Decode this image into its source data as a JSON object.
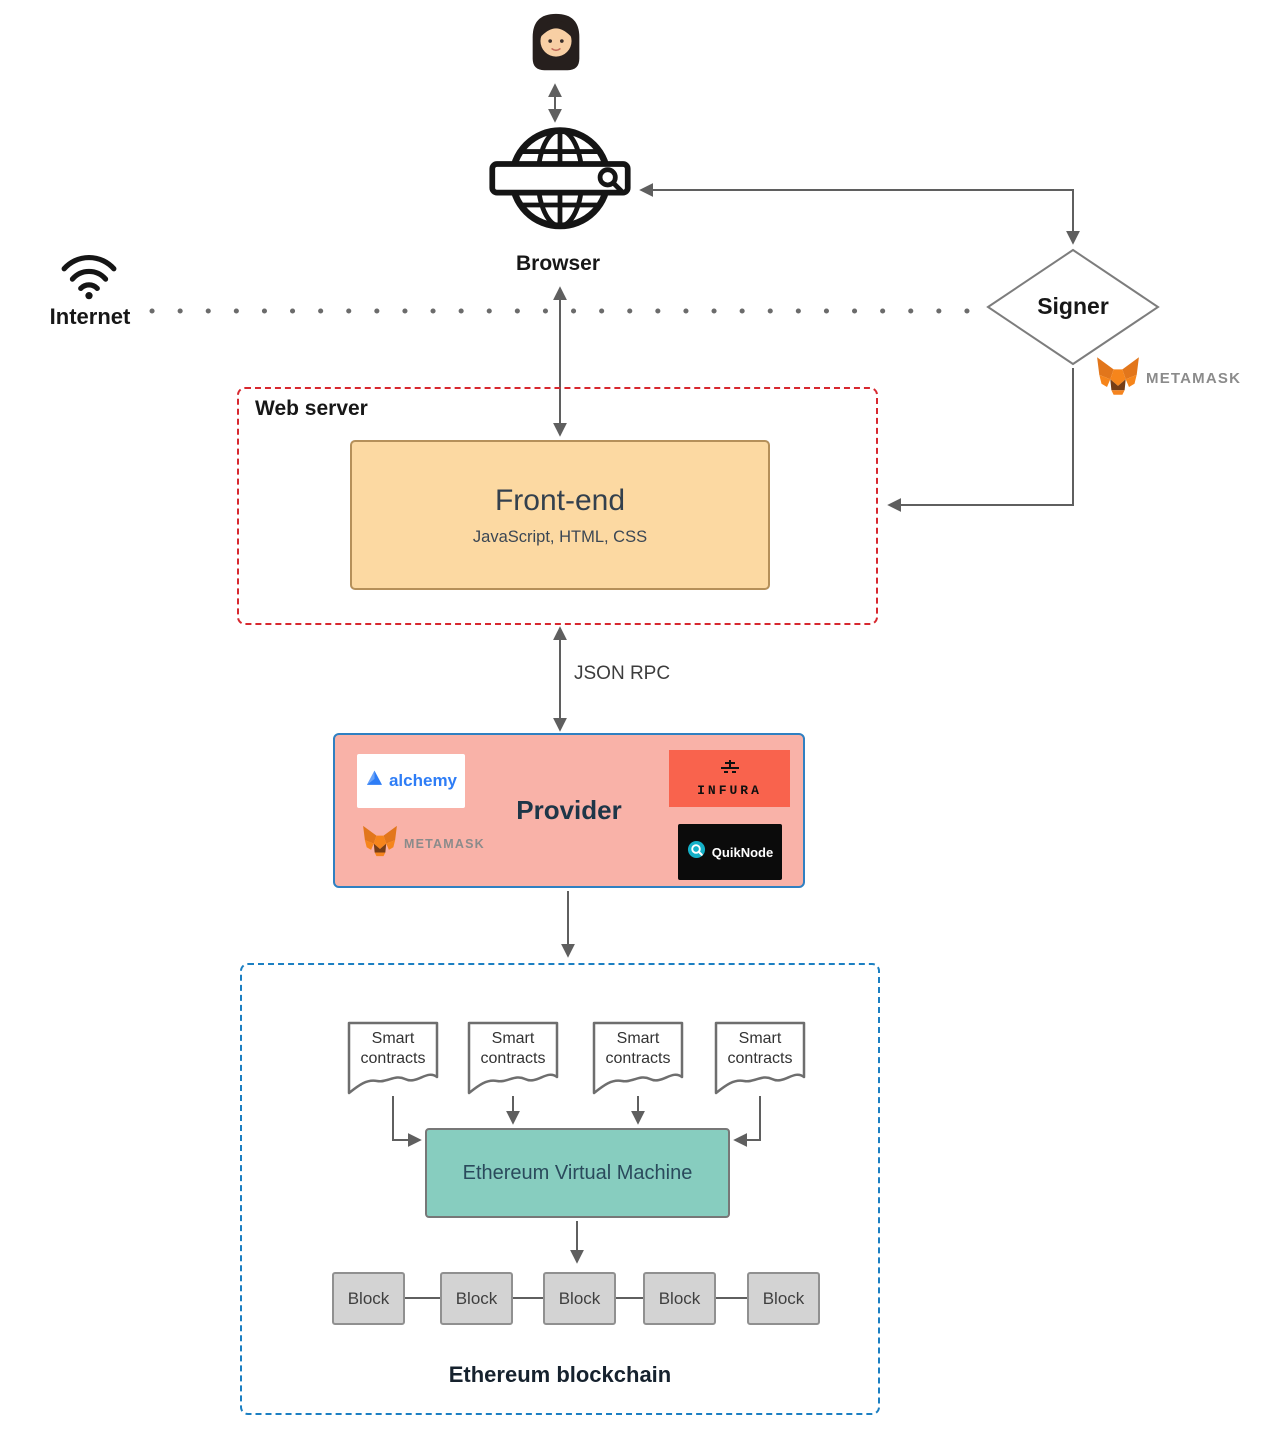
{
  "diagram": {
    "browser": {
      "label": "Browser"
    },
    "internet": {
      "label": "Internet"
    },
    "signer": {
      "label": "Signer",
      "wallet_label": "METAMASK"
    },
    "web_server": {
      "label": "Web server",
      "front_end": {
        "title": "Front-end",
        "subtitle": "JavaScript, HTML, CSS"
      }
    },
    "json_rpc": {
      "label": "JSON RPC"
    },
    "provider": {
      "label": "Provider",
      "alchemy_label": "alchemy",
      "infura_label": "INFURA",
      "metamask_label": "METAMASK",
      "quiknode_label": "QuikNode"
    },
    "blockchain": {
      "label": "Ethereum blockchain",
      "smart_contracts": [
        "Smart contracts",
        "Smart contracts",
        "Smart contracts",
        "Smart contracts"
      ],
      "evm_label": "Ethereum Virtual Machine",
      "blocks": [
        "Block",
        "Block",
        "Block",
        "Block",
        "Block"
      ]
    },
    "colors": {
      "web_server_border": "#d7282f",
      "front_end_fill": "#fcd9a2",
      "provider_fill": "#f9b2a8",
      "provider_border": "#2f80c2",
      "blockchain_border": "#1b7fc2",
      "evm_fill": "#87cdbf",
      "block_fill": "#d3d3d3",
      "infura_fill": "#f9634d",
      "arrow": "#5f5f5f"
    }
  }
}
